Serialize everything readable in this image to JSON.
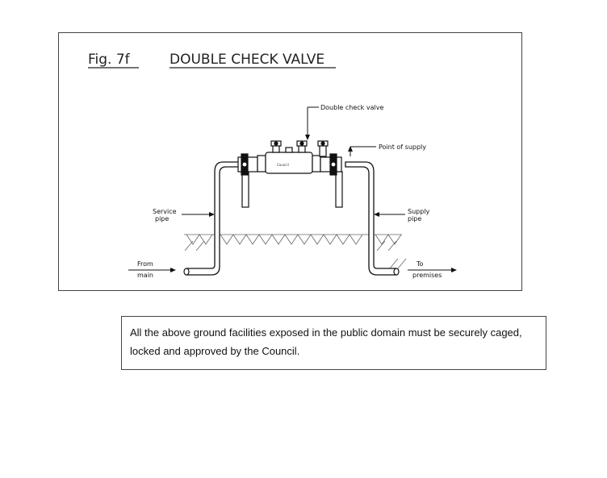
{
  "figure": {
    "fig_number": "Fig. 7f",
    "title": "DOUBLE CHECK VALVE",
    "labels": {
      "double_check_valve": "Double check valve",
      "point_of_supply": "Point of supply",
      "service_pipe_1": "Service",
      "service_pipe_2": "pipe",
      "supply_pipe_1": "Supply",
      "supply_pipe_2": "pipe",
      "from_main_1": "From",
      "from_main_2": "main",
      "to_premises_1": "To",
      "to_premises_2": "premises"
    }
  },
  "note": {
    "text": "All the above ground facilities exposed in the public domain must be securely caged, locked and approved by the Council."
  }
}
